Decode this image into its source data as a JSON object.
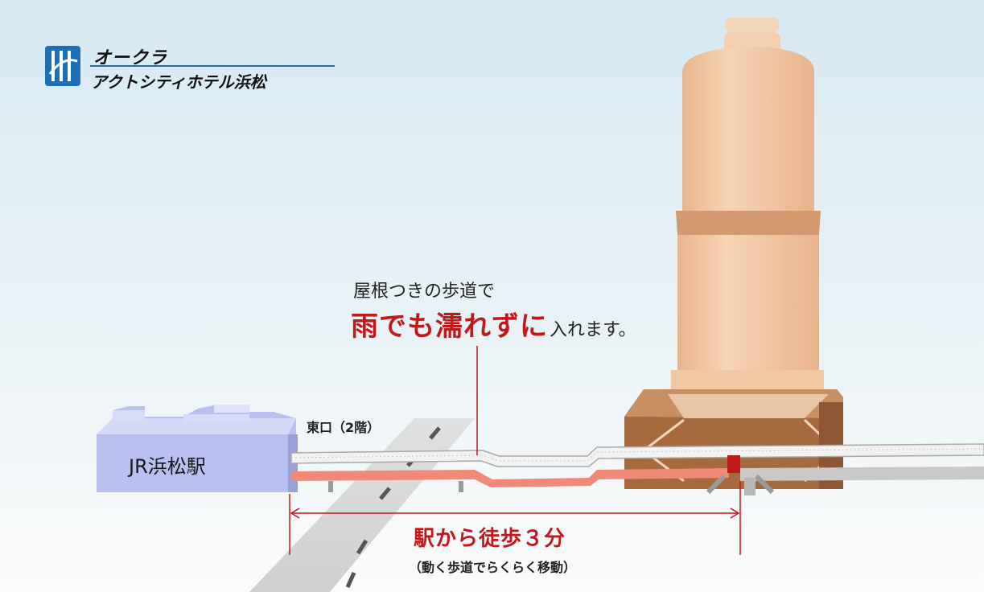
{
  "hotel": {
    "name_line1": "オークラ",
    "name_line2": "アクトシティホテル浜松"
  },
  "station": {
    "label": "JR浜松駅",
    "exit_label": "東口（2階）"
  },
  "callout": {
    "line1": "屋根つきの歩道で",
    "line2_emphasis": "雨でも濡れずに",
    "line2_tail": "入れます。"
  },
  "walk": {
    "label": "駅から徒歩３分",
    "sub": "（動く歩道でらくらく移動）"
  },
  "colors": {
    "accent_red": "#c0181b",
    "walkway_red": "#f08a78",
    "station_blue": "#b9bfef",
    "tower_tan": "#f1cba8",
    "podium_brown": "#a56a3e",
    "logo_blue": "#1f6fb5"
  }
}
